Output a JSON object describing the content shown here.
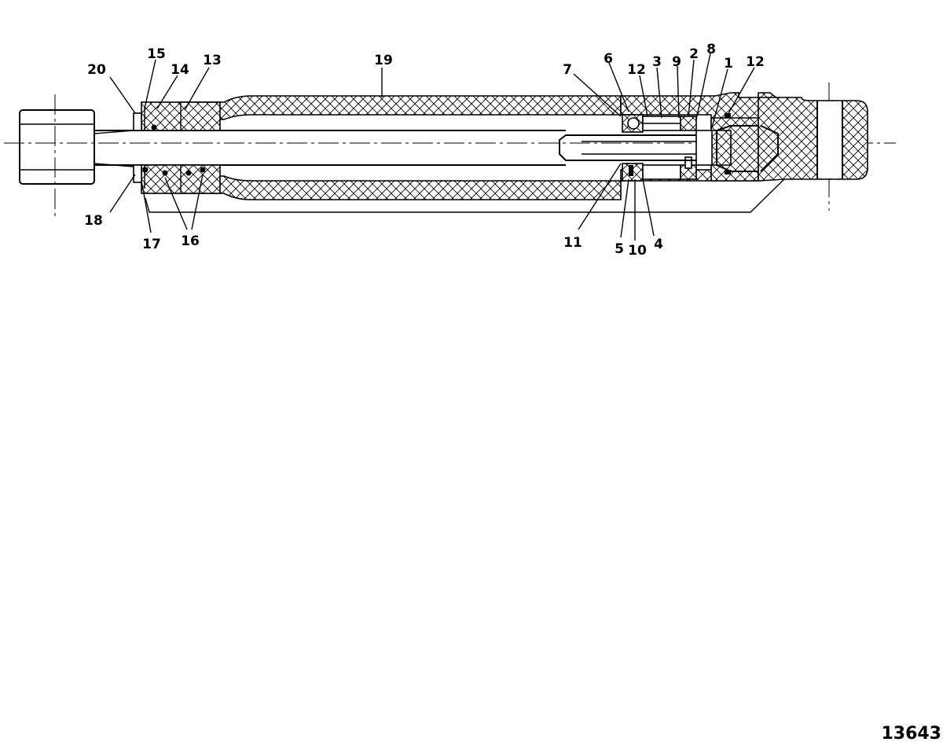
{
  "callouts": [
    "1",
    "2",
    "3",
    "4",
    "5",
    "6",
    "7",
    "8",
    "9",
    "10",
    "11",
    "12",
    "12",
    "13",
    "14",
    "15",
    "16",
    "17",
    "18",
    "19",
    "20"
  ],
  "figure_number": "13643"
}
